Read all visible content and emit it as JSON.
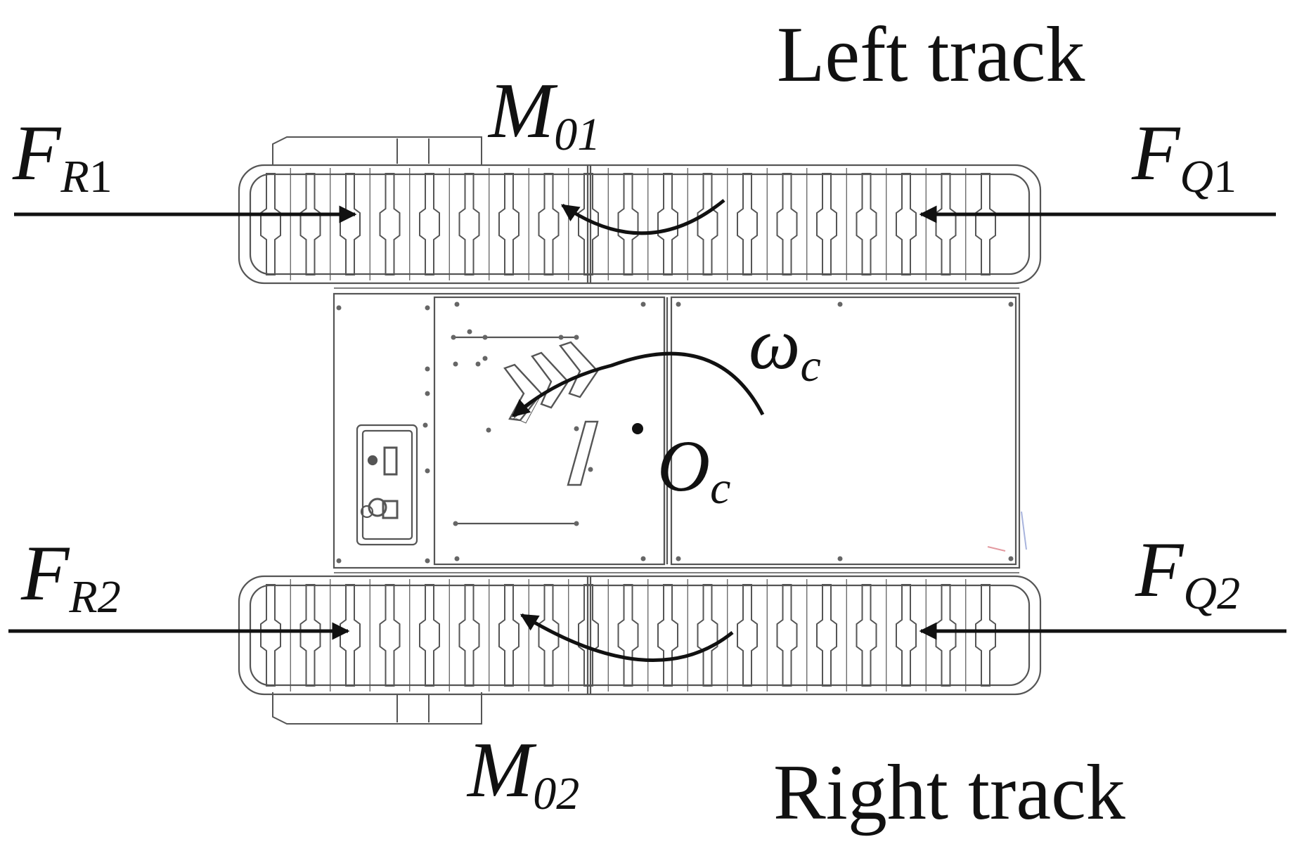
{
  "labels": {
    "left_track": "Left track",
    "right_track": "Right track",
    "f_r1": {
      "base": "F",
      "sub_italic": "R",
      "sub_num": "1"
    },
    "f_q1": {
      "base": "F",
      "sub_italic": "Q",
      "sub_num": "1"
    },
    "f_r2": {
      "base": "F",
      "sub_italic": "R2",
      "sub_num": ""
    },
    "f_q2": {
      "base": "F",
      "sub_italic": "Q2",
      "sub_num": ""
    },
    "m_01": {
      "base": "M",
      "sub": "01"
    },
    "m_02": {
      "base": "M",
      "sub": "02"
    },
    "omega": {
      "base": "ω",
      "sub": "c"
    },
    "origin": {
      "base": "O",
      "sub": "c"
    }
  },
  "colors": {
    "ink": "#111111",
    "outline": "#555555",
    "background": "#ffffff"
  }
}
